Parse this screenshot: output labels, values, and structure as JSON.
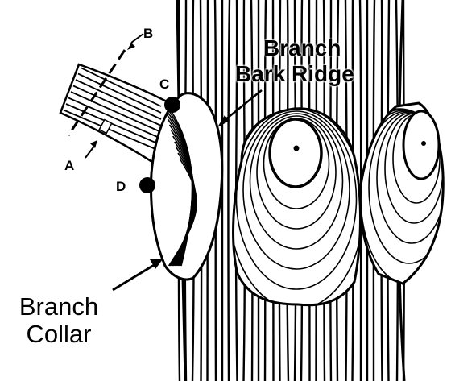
{
  "labels": {
    "point_a": "A",
    "point_b": "B",
    "point_c": "C",
    "point_d": "D",
    "ridge_line1": "Branch",
    "ridge_line2": "Bark Ridge",
    "collar_line1": "Branch",
    "collar_line2": "Collar"
  },
  "colors": {
    "ink": "#000000",
    "paper": "#ffffff"
  }
}
